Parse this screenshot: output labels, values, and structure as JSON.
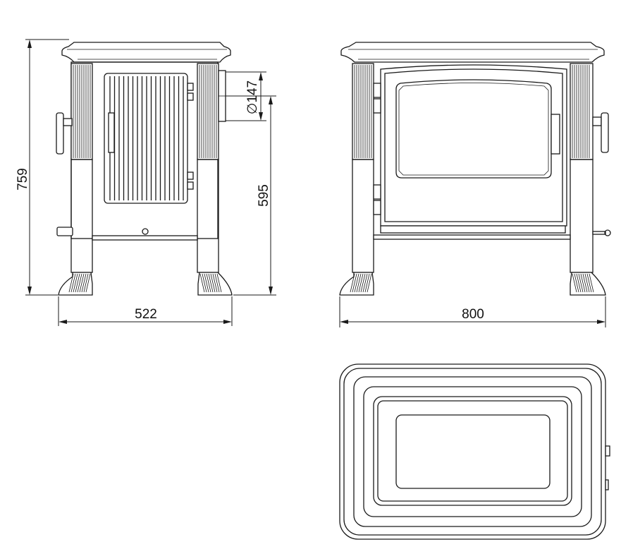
{
  "dimensions": {
    "height_total": "759",
    "height_flue": "595",
    "flue_diameter": "∅147",
    "depth": "522",
    "width": "800"
  },
  "views": {
    "side": "side-elevation",
    "front": "front-elevation",
    "top": "plan-view"
  },
  "colors": {
    "line": "#1a1a1a",
    "background": "#ffffff"
  }
}
